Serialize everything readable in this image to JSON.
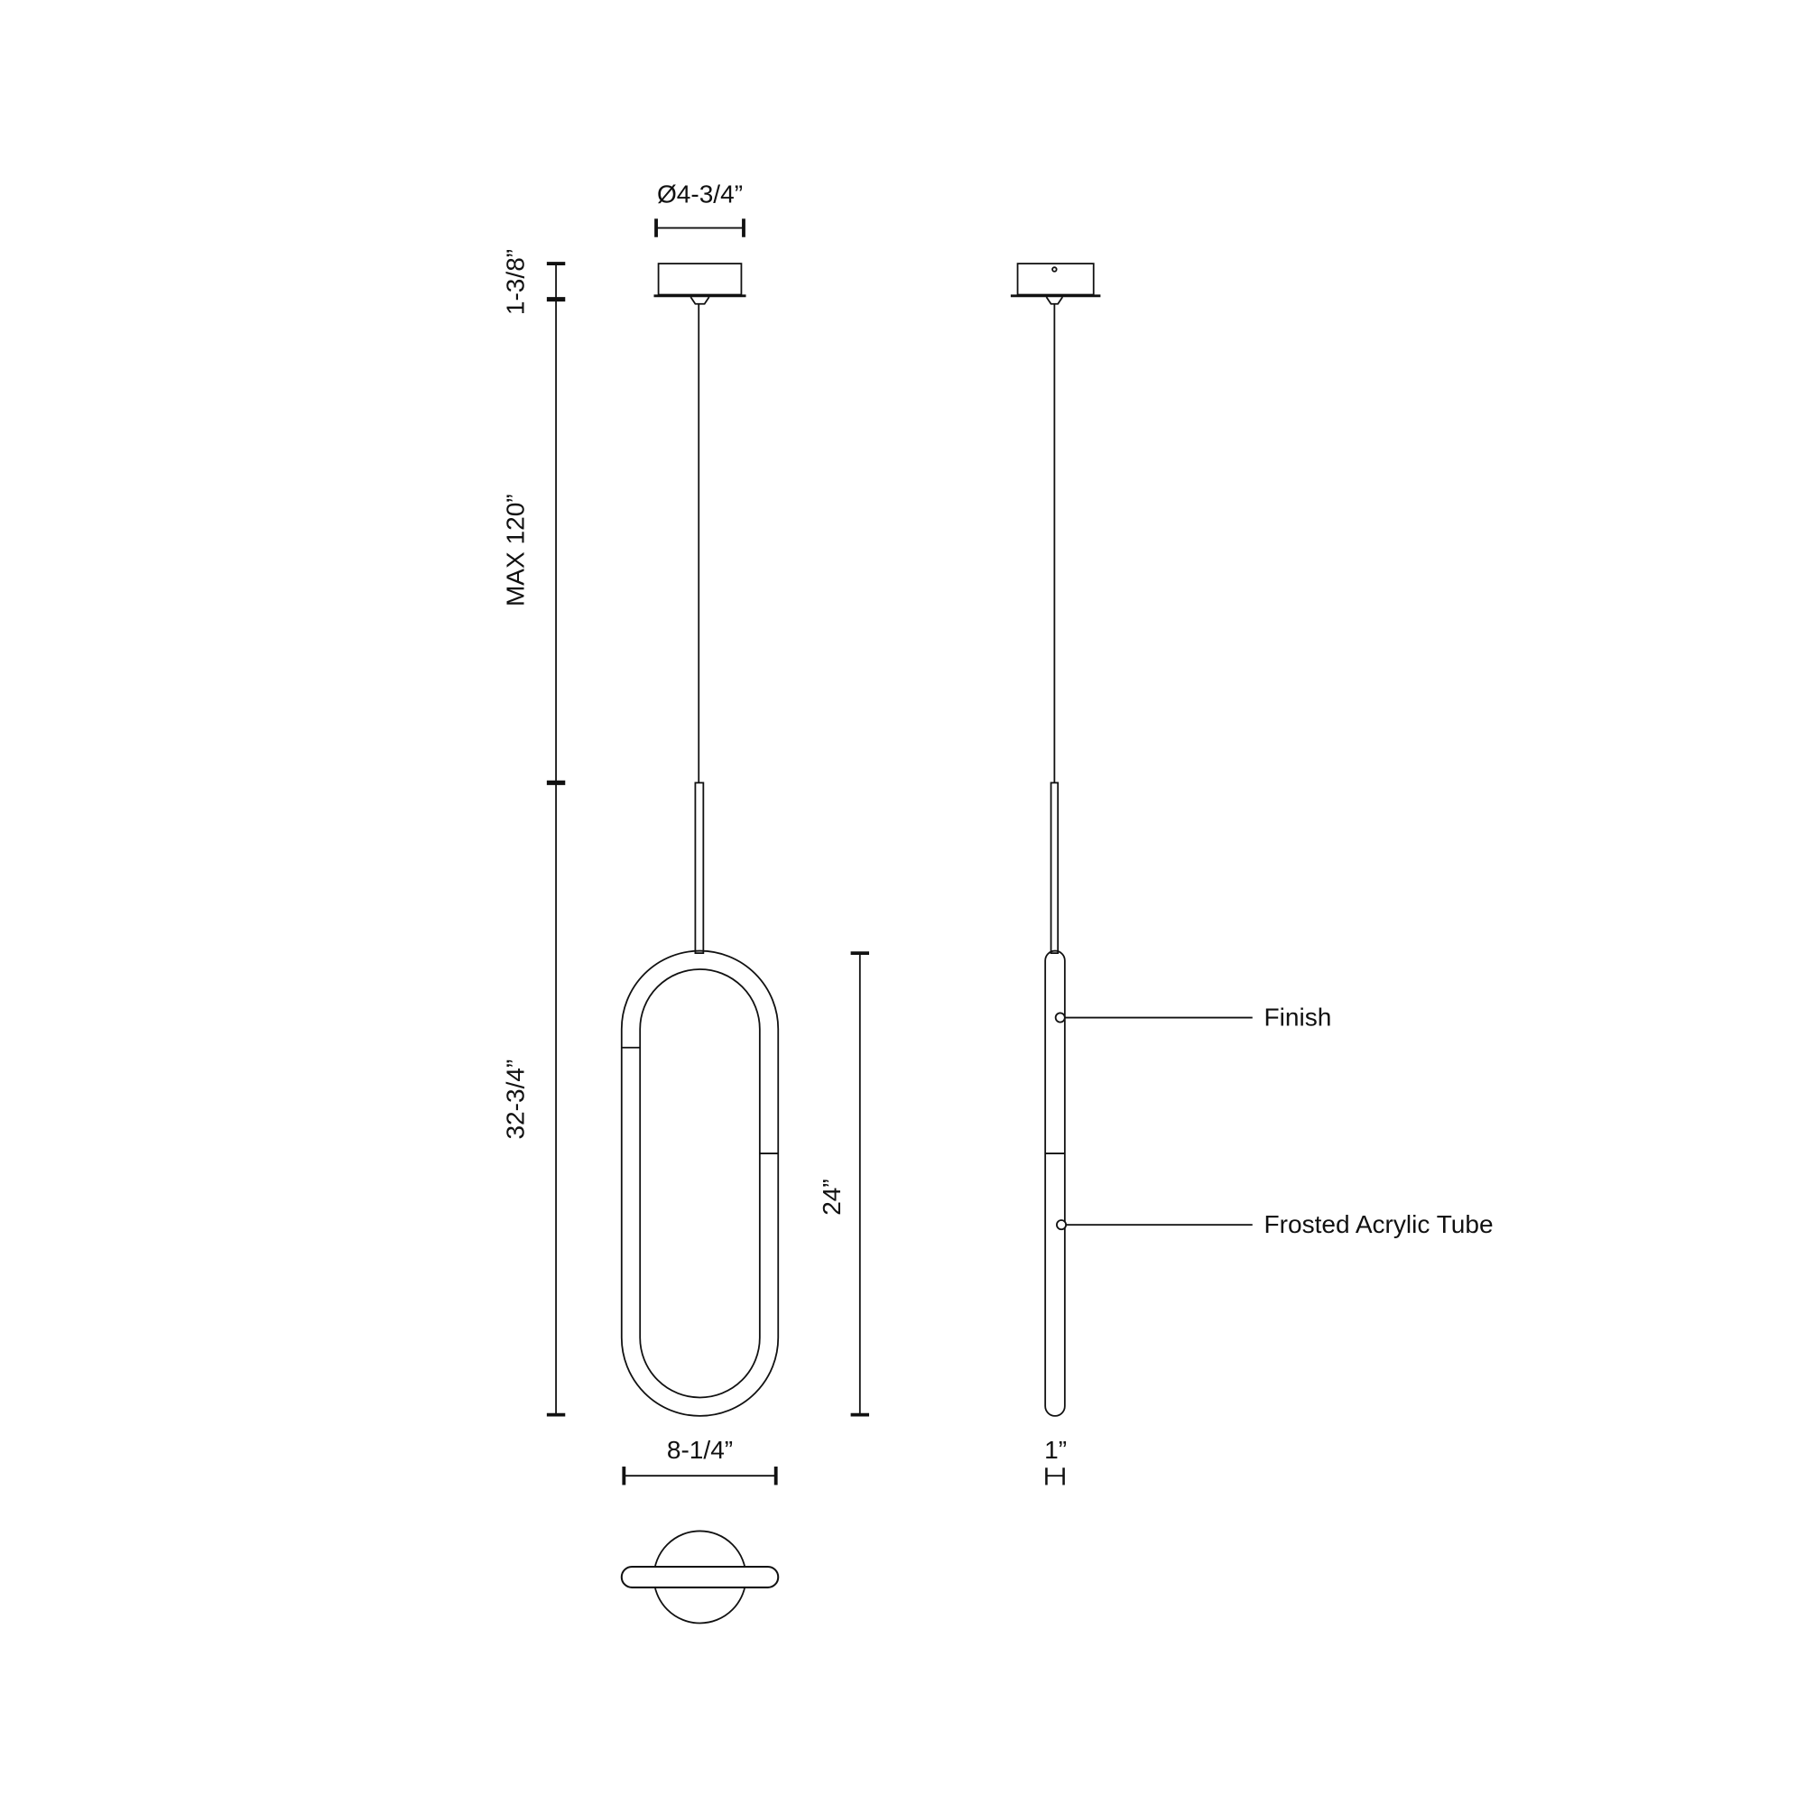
{
  "dimensions": {
    "canopy_diameter": "Ø4-3/4”",
    "canopy_height": "1-3/8”",
    "cord_max": "MAX 120”",
    "overall_height": "32-3/4”",
    "loop_height": "24”",
    "loop_width": "8-1/4”",
    "tube_depth": "1”"
  },
  "callouts": {
    "finish": "Finish",
    "tube": "Frosted Acrylic Tube"
  },
  "colors": {
    "line": "#111111",
    "background": "#ffffff"
  }
}
